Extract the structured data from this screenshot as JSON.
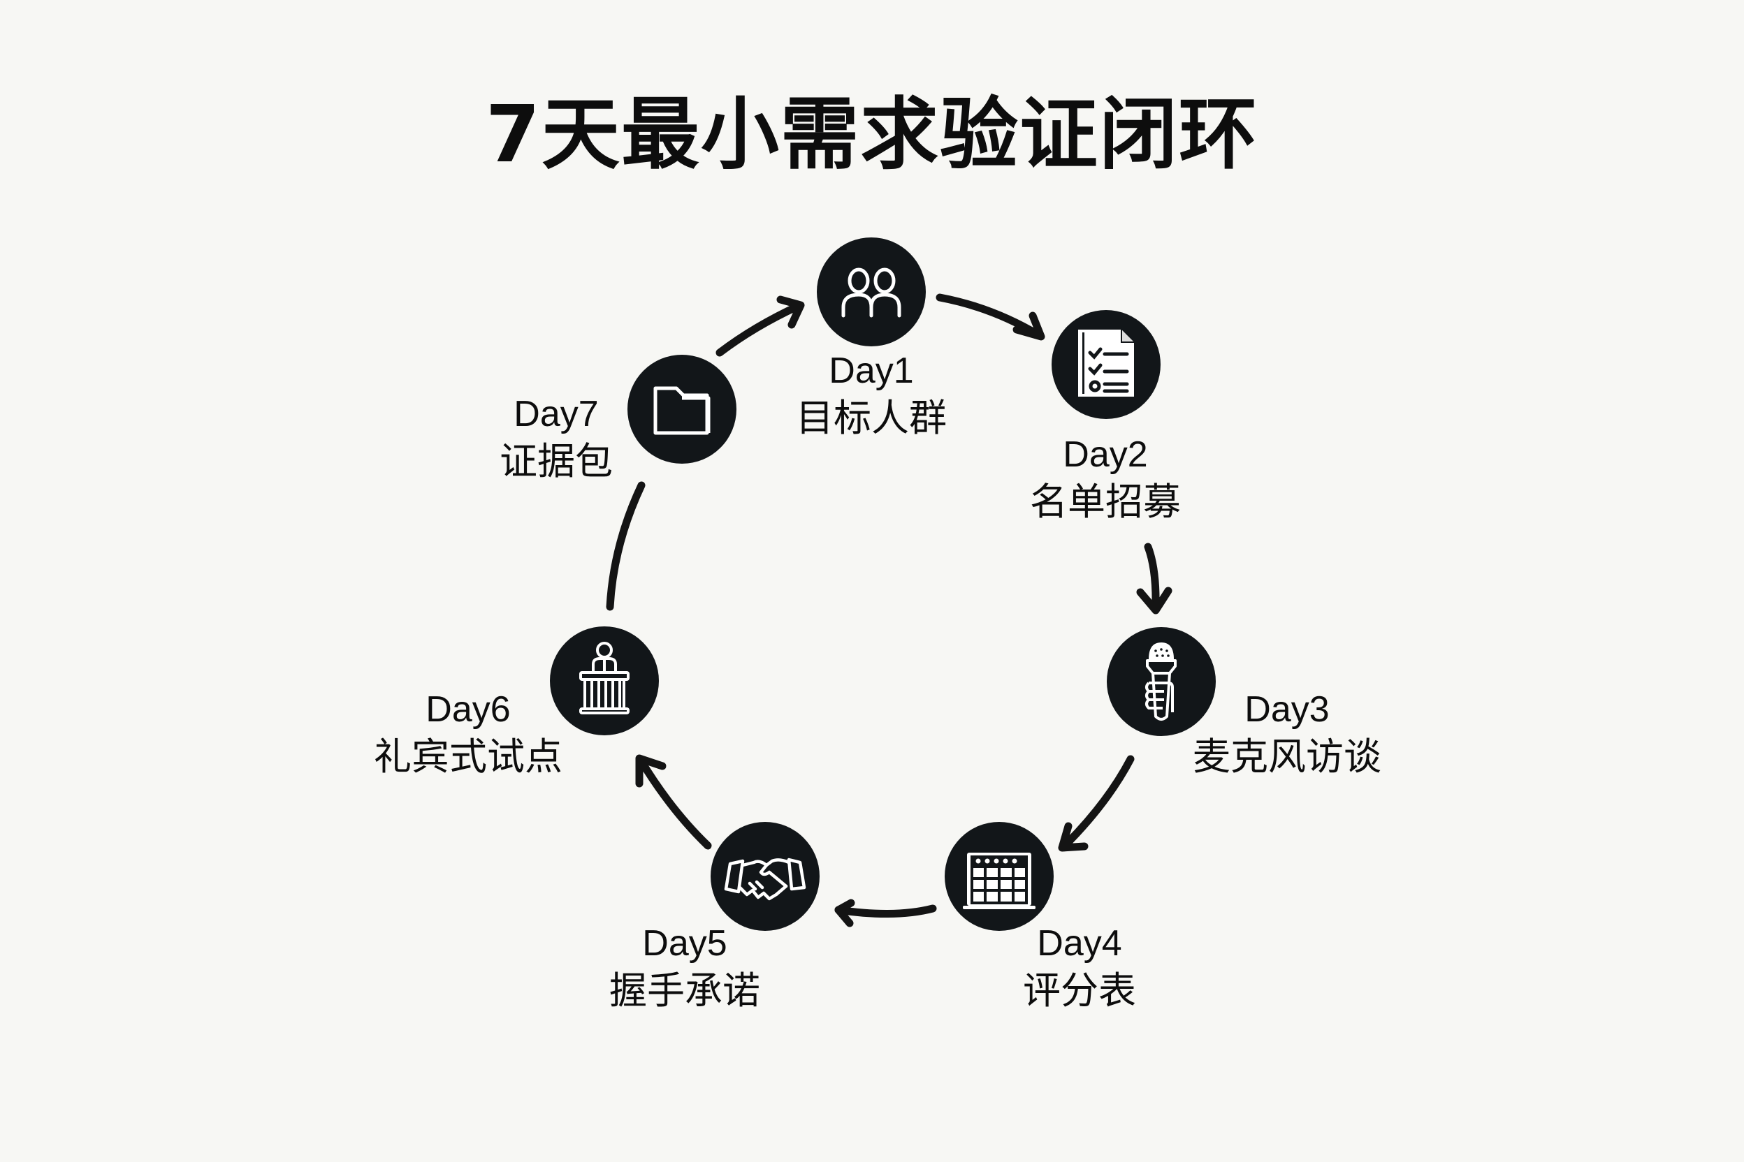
{
  "title": "7天最小需求验证闭环",
  "colors": {
    "background": "#f7f7f4",
    "node_fill": "#121619",
    "icon_stroke": "#ffffff",
    "text": "#0d0d0d",
    "arrow": "#141414"
  },
  "steps": [
    {
      "day": "Day1",
      "name": "目标人群",
      "icon": "people-icon"
    },
    {
      "day": "Day2",
      "name": "名单招募",
      "icon": "checklist-document-icon"
    },
    {
      "day": "Day3",
      "name": "麦克风访谈",
      "icon": "microphone-hand-icon"
    },
    {
      "day": "Day4",
      "name": "评分表",
      "icon": "scoring-grid-icon"
    },
    {
      "day": "Day5",
      "name": "握手承诺",
      "icon": "handshake-icon"
    },
    {
      "day": "Day6",
      "name": "礼宾式试点",
      "icon": "podium-speaker-icon"
    },
    {
      "day": "Day7",
      "name": "证据包",
      "icon": "folder-icon"
    }
  ]
}
